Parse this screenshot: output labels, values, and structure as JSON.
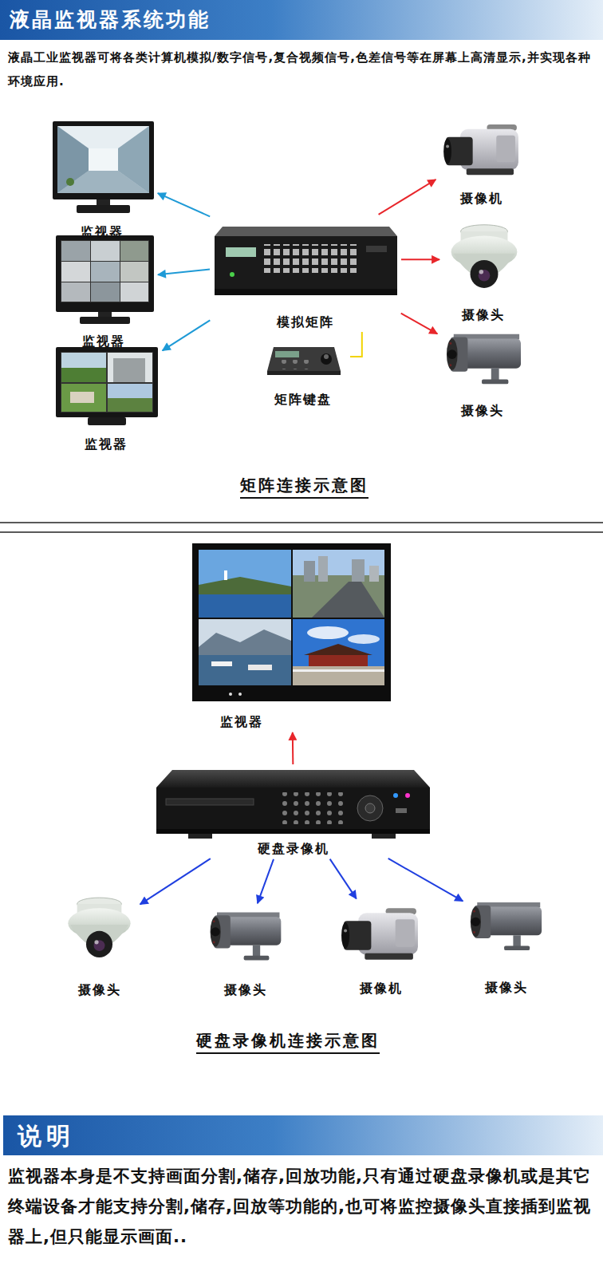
{
  "diagram": {
    "title": "液晶监视器系统功能",
    "nodes": [
      {
        "text": [
          "监视器"
        ]
      },
      {
        "text": [
          "监视器"
        ]
      },
      {
        "text": [
          "监视器"
        ]
      },
      {
        "text": [
          "模拟矩阵"
        ]
      },
      {
        "text": [
          "矩阵键盘"
        ]
      },
      {
        "text": [
          "摄像机"
        ]
      },
      {
        "text": [
          "摄像头"
        ]
      },
      {
        "text": [
          "摄像头"
        ]
      },
      {
        "text": [
          "监视器"
        ]
      },
      {
        "text": [
          "硬盘录像机"
        ]
      },
      {
        "text": [
          "摄像头"
        ]
      },
      {
        "text": [
          "摄像头"
        ]
      },
      {
        "text": [
          "摄像机"
        ]
      },
      {
        "text": [
          "摄像头"
        ]
      }
    ],
    "edges": [
      {
        "from": 3,
        "to": 0,
        "arrow": "to"
      },
      {
        "from": 3,
        "to": 1,
        "arrow": "to"
      },
      {
        "from": 3,
        "to": 2,
        "arrow": "to"
      },
      {
        "from": 3,
        "to": 5,
        "arrow": "to"
      },
      {
        "from": 3,
        "to": 6,
        "arrow": "to"
      },
      {
        "from": 3,
        "to": 7,
        "arrow": "to"
      },
      {
        "from": 4,
        "to": 3,
        "arrow": "none"
      },
      {
        "from": 9,
        "to": 8,
        "arrow": "to"
      },
      {
        "from": 9,
        "to": 10,
        "arrow": "to"
      },
      {
        "from": 9,
        "to": 11,
        "arrow": "to"
      },
      {
        "from": 9,
        "to": 12,
        "arrow": "to"
      },
      {
        "from": 9,
        "to": 13,
        "arrow": "to"
      }
    ],
    "labels": [
      "液晶工业监视器可将各类计算机模拟/数字信号,复合视频信号,色差信号等在屏幕上高清显示,并实现各种环境应用.",
      "矩阵连接示意图",
      "硬盘录像机连接示意图",
      "说明",
      "监视器本身是不支持画面分割,储存,回放功能,只有通过硬盘录像机或是其它终端设备才能支持分割,储存,回放等功能的,也可将监控摄像头直接插到监视器上,但只能显示画面.."
    ]
  }
}
